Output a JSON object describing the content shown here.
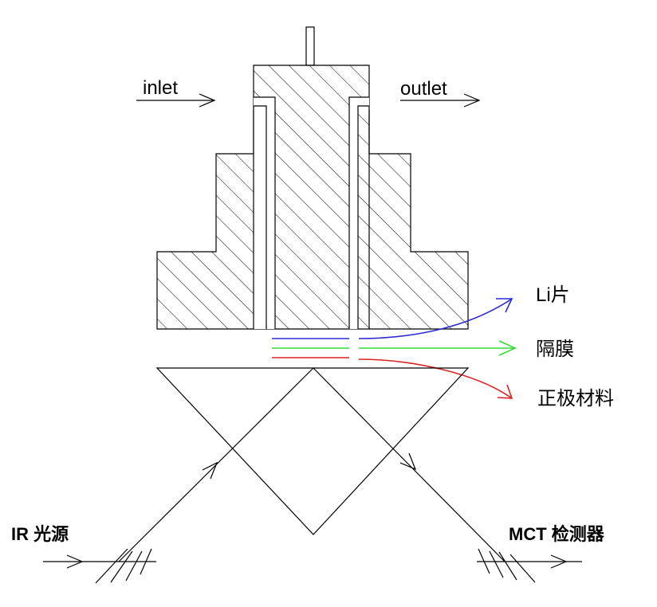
{
  "labels": {
    "inlet": "inlet",
    "outlet": "outlet",
    "li_sheet": "Li片",
    "separator": "隔膜",
    "cathode_material": "正极材料",
    "ir_source": "IR 光源",
    "mct_detector": "MCT 检测器"
  },
  "colors": {
    "outline": "#000000",
    "hatch": "#000000",
    "li_layer": "#2b2bd6",
    "separator_layer": "#33dd33",
    "cathode_layer": "#dd2222",
    "background": "#ffffff"
  }
}
